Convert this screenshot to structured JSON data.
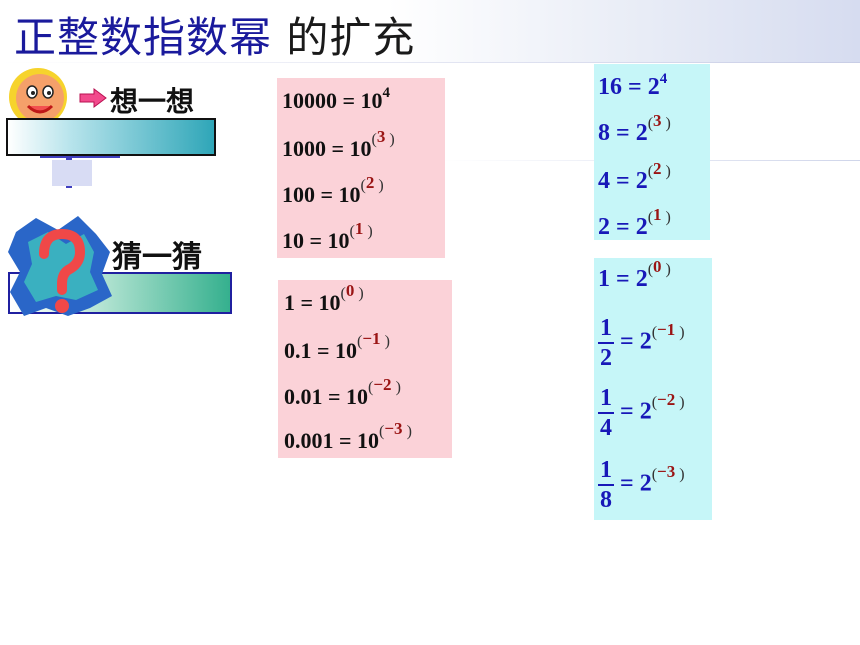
{
  "title": {
    "main": "正整数指数幂",
    "rest": " 的扩充"
  },
  "sections": {
    "think": "想一想",
    "guess": "猜一猜"
  },
  "powers_of_ten_positive": [
    {
      "lhs": "10000",
      "base": "10",
      "exp": "4",
      "answer": ""
    },
    {
      "lhs": "1000",
      "base": "10",
      "exp": "",
      "answer": "3"
    },
    {
      "lhs": "100",
      "base": "10",
      "exp": "",
      "answer": "2"
    },
    {
      "lhs": "10",
      "base": "10",
      "exp": "",
      "answer": "1"
    }
  ],
  "powers_of_ten_guess": [
    {
      "lhs": "1",
      "base": "10",
      "answer": "0"
    },
    {
      "lhs": "0.1",
      "base": "10",
      "answer": "−1"
    },
    {
      "lhs": "0.01",
      "base": "10",
      "answer": "−2"
    },
    {
      "lhs": "0.001",
      "base": "10",
      "answer": "−3"
    }
  ],
  "powers_of_two_positive": [
    {
      "lhs": "16",
      "base": "2",
      "exp": "4",
      "answer": ""
    },
    {
      "lhs": "8",
      "base": "2",
      "exp": "",
      "answer": "3"
    },
    {
      "lhs": "4",
      "base": "2",
      "exp": "",
      "answer": "2"
    },
    {
      "lhs": "2",
      "base": "2",
      "exp": "",
      "answer": "1"
    }
  ],
  "powers_of_two_guess": [
    {
      "lhs": "1",
      "base": "2",
      "answer": "0"
    },
    {
      "num": "1",
      "den": "2",
      "base": "2",
      "answer": "−1"
    },
    {
      "num": "1",
      "den": "4",
      "base": "2",
      "answer": "−2"
    },
    {
      "num": "1",
      "den": "8",
      "base": "2",
      "answer": "−3"
    }
  ],
  "colors": {
    "title": "#1a1a9c",
    "pink_box": "#fbd2d8",
    "cyan_box": "#c6f6f8",
    "answer": "#9a1414",
    "blue_text": "#1818b8"
  },
  "icons": [
    "smiley-face-icon",
    "question-mark-icon",
    "arrow-right-icon"
  ]
}
